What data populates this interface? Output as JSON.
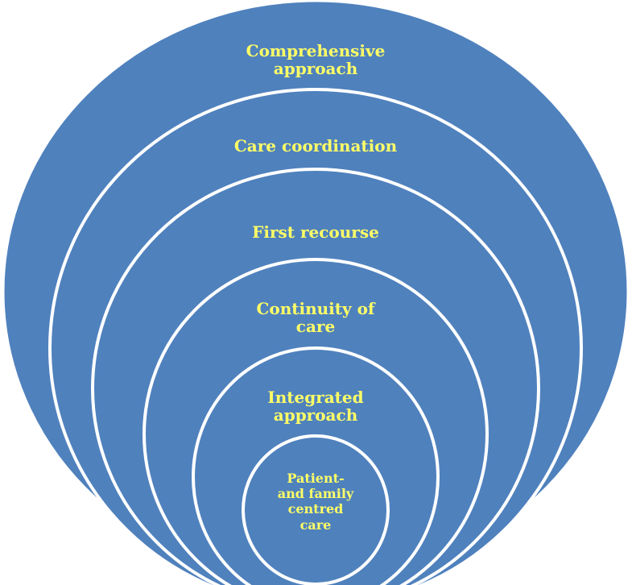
{
  "diagram": {
    "fill_color": "#4f81bd",
    "stroke_color": "#ffffff",
    "text_color": "#ffff66",
    "levels": [
      {
        "lines": [
          "Comprehensive",
          "approach"
        ]
      },
      {
        "lines": [
          "Care coordination"
        ]
      },
      {
        "lines": [
          "First recourse"
        ]
      },
      {
        "lines": [
          "Continuity of",
          "care"
        ]
      },
      {
        "lines": [
          "Integrated",
          "approach"
        ]
      },
      {
        "lines": [
          "Patient-",
          "and family",
          "centred",
          "care"
        ]
      }
    ]
  }
}
